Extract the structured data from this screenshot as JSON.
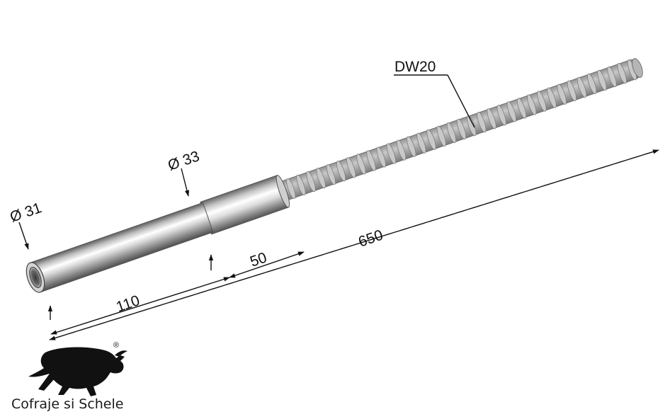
{
  "labels": {
    "dw": "DW20",
    "dia_33": "Ø 33",
    "dia_31": "Ø 31",
    "dim_50": "50",
    "dim_650": "650",
    "dim_110": "110"
  },
  "logo": {
    "brand_name": "Cofraje si Schele",
    "registered_mark": "®"
  },
  "colors": {
    "rod": "#a8a8a8",
    "rod_dark": "#7d7d7d",
    "rod_light": "#c9c9c9",
    "steel_light": "#f2f2f2",
    "steel_dark": "#6e6e6e",
    "line": "#111111",
    "logo": "#111111"
  }
}
